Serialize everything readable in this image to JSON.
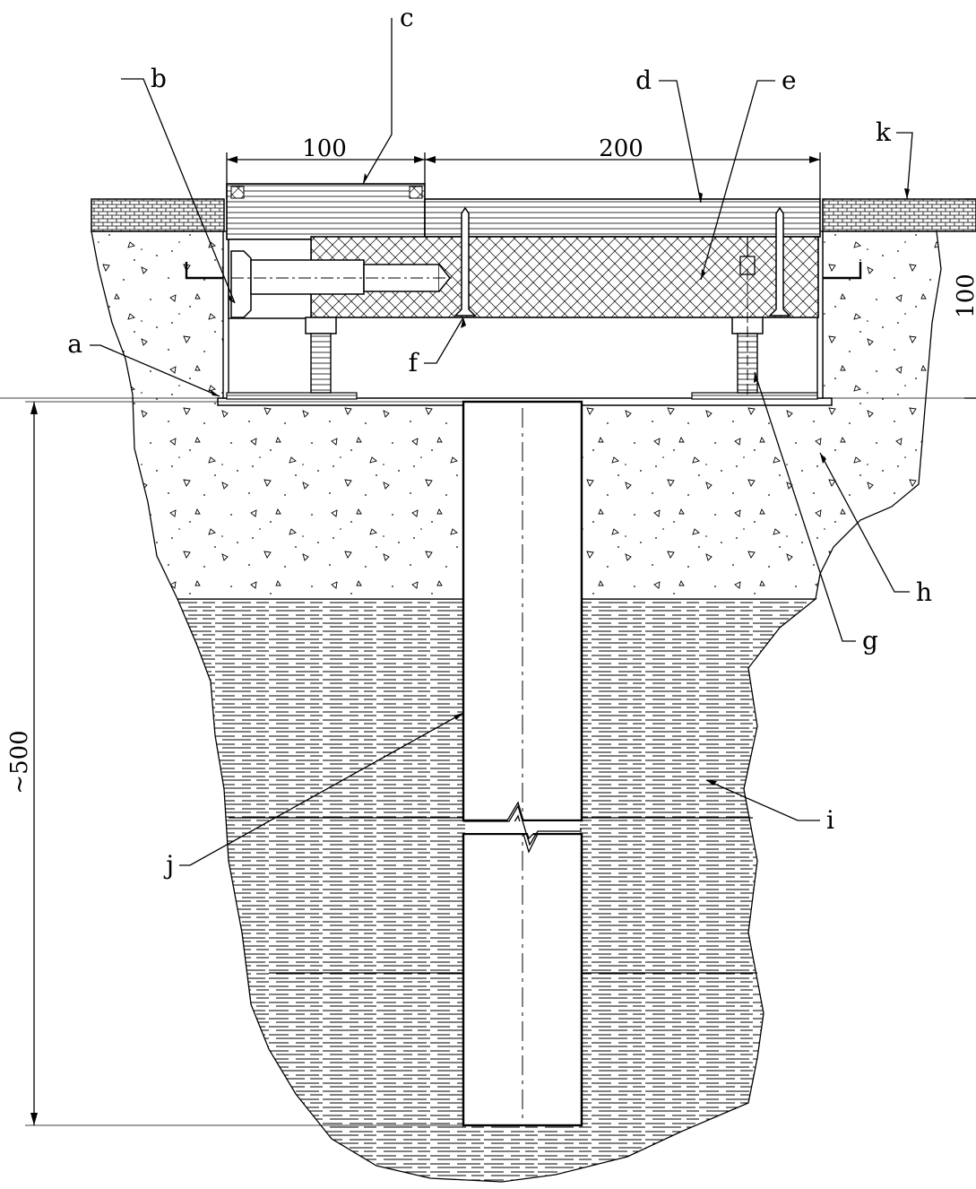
{
  "labels": {
    "a": "a",
    "b": "b",
    "c": "c",
    "d": "d",
    "e": "e",
    "f": "f",
    "g": "g",
    "h": "h",
    "i": "i",
    "j": "j",
    "k": "k"
  },
  "dimensions": {
    "top_left": "100",
    "top_right": "200",
    "right_height": "100",
    "depth": "~500"
  }
}
